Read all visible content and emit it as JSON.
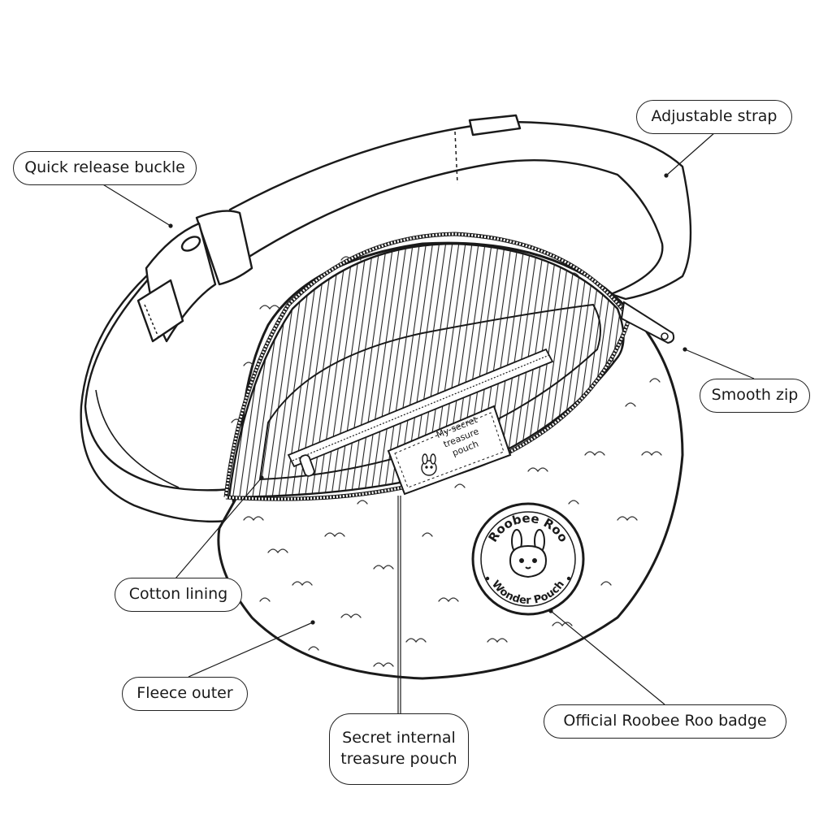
{
  "callouts": {
    "quick_release_buckle": "Quick release buckle",
    "adjustable_strap": "Adjustable strap",
    "smooth_zip": "Smooth zip",
    "cotton_lining": "Cotton lining",
    "fleece_outer": "Fleece outer",
    "secret_pouch_line1": "Secret internal",
    "secret_pouch_line2": "treasure pouch",
    "badge": "Official Roobee Roo badge"
  },
  "tag": {
    "line1": "My secret",
    "line2": "treasure",
    "line3": "pouch"
  },
  "badge_text": {
    "top": "Roobee Roo",
    "bottom": "Wonder Pouch"
  },
  "colors": {
    "ink": "#1a1a1a",
    "paper": "#ffffff"
  }
}
